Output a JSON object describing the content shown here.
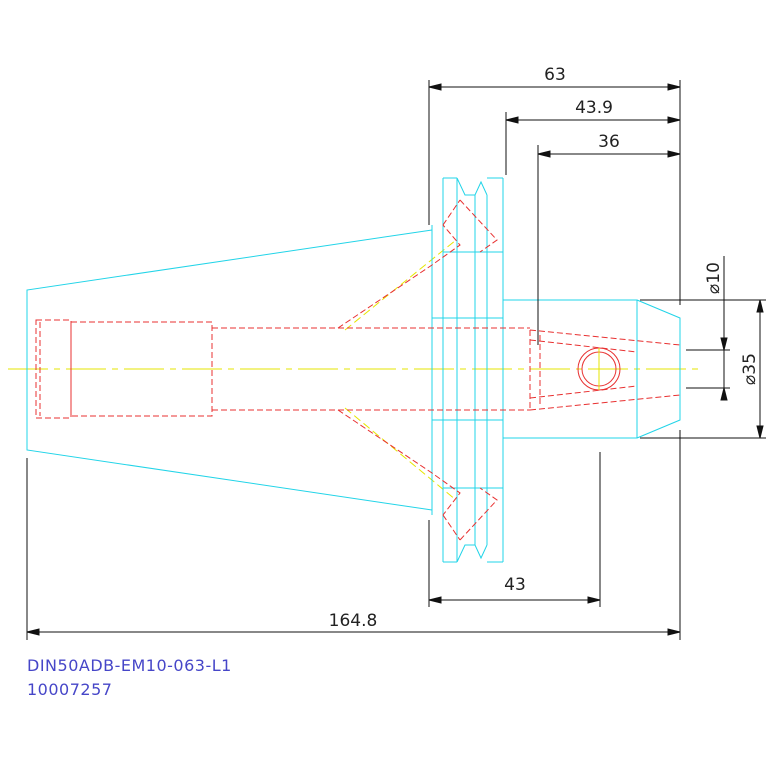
{
  "dimensions": {
    "d63": "63",
    "d43_9": "43.9",
    "d36": "36",
    "d43": "43",
    "d164_8": "164.8",
    "dia10": "⌀10",
    "dia35": "⌀35"
  },
  "caption": {
    "part_number": "DIN50ADB-EM10-063-L1",
    "article_number": "10007257"
  },
  "colors": {
    "outline": "#22d4e8",
    "hidden": "#e83030",
    "center": "#e6e600",
    "dimension": "#111111",
    "caption": "#4646c8"
  }
}
